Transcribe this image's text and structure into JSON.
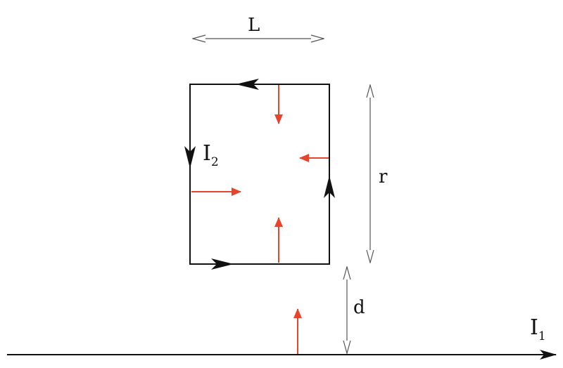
{
  "labels": {
    "width": "L",
    "height": "r",
    "gap": "d",
    "loop_current": {
      "base": "I",
      "sub": "2"
    },
    "wire_current": {
      "base": "I",
      "sub": "1"
    }
  },
  "colors": {
    "line": "#111111",
    "force_arrow": "#e8432d",
    "dimension_arrow": "#555555"
  }
}
